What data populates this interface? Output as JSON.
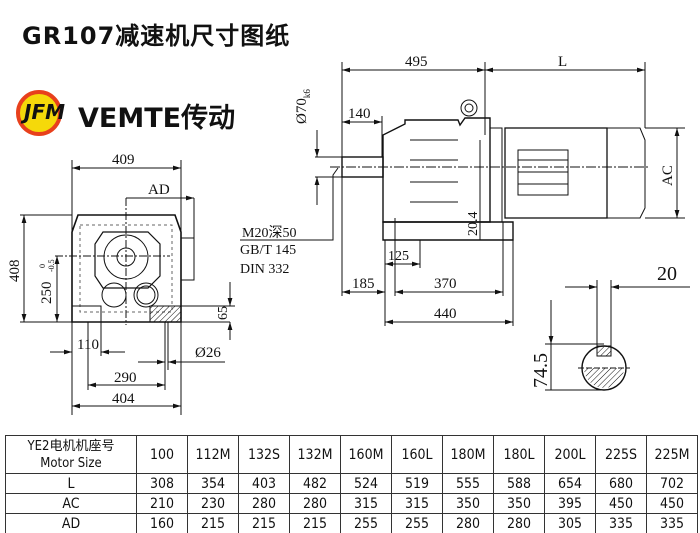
{
  "title": "GR107减速机尺寸图纸",
  "brand": {
    "name": "VEMTE传动",
    "logo_text": "JFM",
    "logo_color": "#f5d90a",
    "logo_ring": "#e8401c"
  },
  "front_view": {
    "width_top": "409",
    "ad": "AD",
    "height": "408",
    "center_height": "250",
    "tol_upper": "0",
    "tol_lower": "-0.5",
    "foot_h": "65",
    "foot_w": "110",
    "hole_dia": "Ø26",
    "hole_spacing": "290",
    "base_width": "404"
  },
  "side_view": {
    "gear_len": "495",
    "motor_len": "L",
    "shaft_dia": "Ø70",
    "shaft_tol": "k6",
    "shaft_len": "140",
    "thread1": "M20深50",
    "thread2": "GB/T 145",
    "thread3": "DIN 332",
    "dim_125": "125",
    "dim_185": "185",
    "dim_370": "370",
    "dim_440": "440",
    "dim_20_4": "20.4",
    "ac": "AC"
  },
  "key_section": {
    "key_width": "20",
    "key_height": "74.5"
  },
  "table": {
    "header_cn": "YE2电机机座号",
    "header_en": "Motor Size",
    "sizes": [
      "100",
      "112M",
      "132S",
      "132M",
      "160M",
      "160L",
      "180M",
      "180L",
      "200L",
      "225S",
      "225M"
    ],
    "rows": [
      {
        "label": "L",
        "values": [
          "308",
          "354",
          "403",
          "482",
          "524",
          "519",
          "555",
          "588",
          "654",
          "680",
          "702"
        ]
      },
      {
        "label": "AC",
        "values": [
          "210",
          "230",
          "280",
          "280",
          "315",
          "315",
          "350",
          "350",
          "395",
          "450",
          "450"
        ]
      },
      {
        "label": "AD",
        "values": [
          "160",
          "215",
          "215",
          "215",
          "255",
          "255",
          "280",
          "280",
          "305",
          "335",
          "335"
        ]
      }
    ]
  }
}
